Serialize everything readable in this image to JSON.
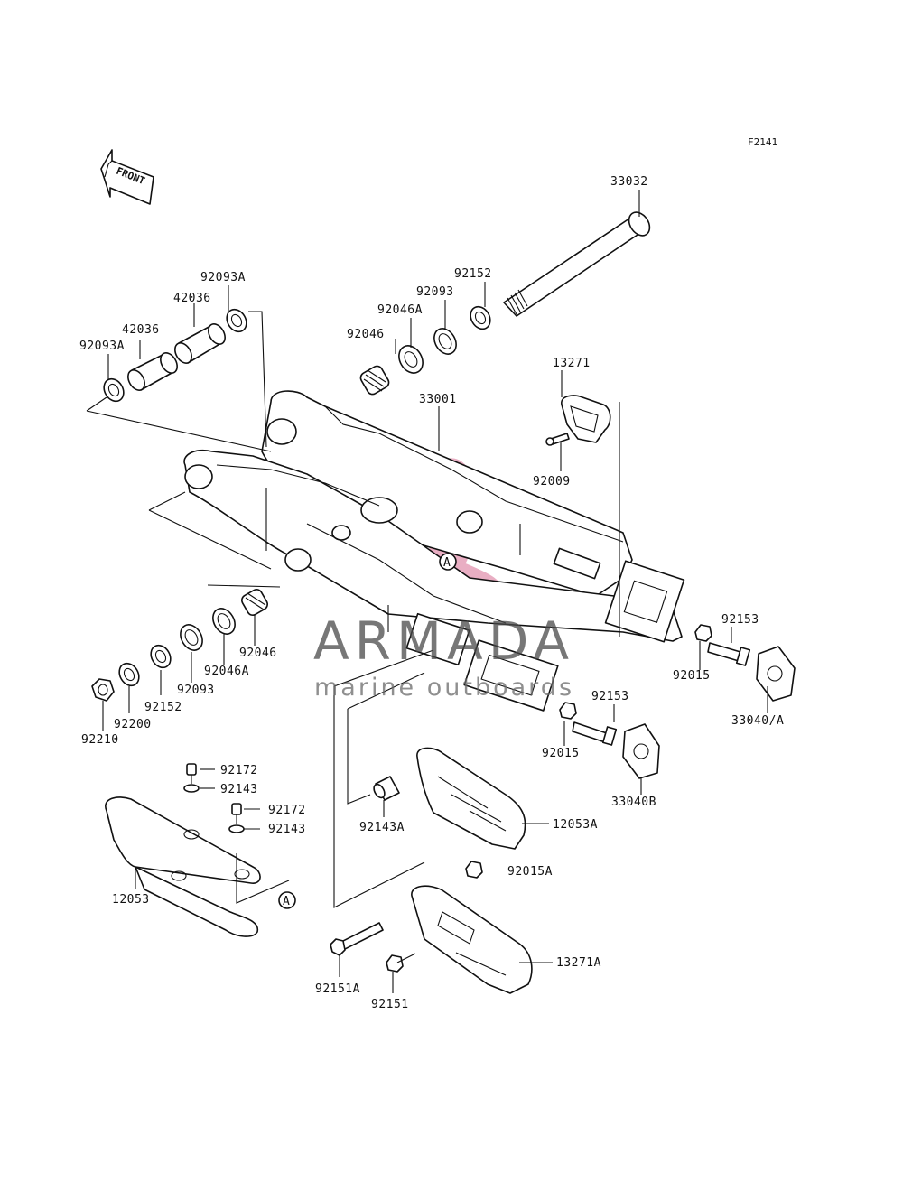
{
  "diagram": {
    "figure_code": "F2141",
    "front_arrow_label": "FRONT",
    "reference_marker": "A"
  },
  "watermark": {
    "brand": "ARMADA",
    "tagline": "marine outboards",
    "logo_color": "#e7a6bd",
    "text_color": "#4a4a4a"
  },
  "parts": [
    "33032",
    "92152",
    "92093",
    "92046A",
    "92046",
    "92093A",
    "42036",
    "42036",
    "92093A",
    "13271",
    "33001",
    "92009",
    "92153",
    "92015",
    "33040/A",
    "92153",
    "92015",
    "33040B",
    "92046",
    "92046A",
    "92093",
    "92152",
    "92200",
    "92210",
    "92172",
    "92143",
    "92172",
    "92143",
    "12053",
    "92143A",
    "12053A",
    "92015A",
    "13271A",
    "92151A",
    "92151"
  ]
}
